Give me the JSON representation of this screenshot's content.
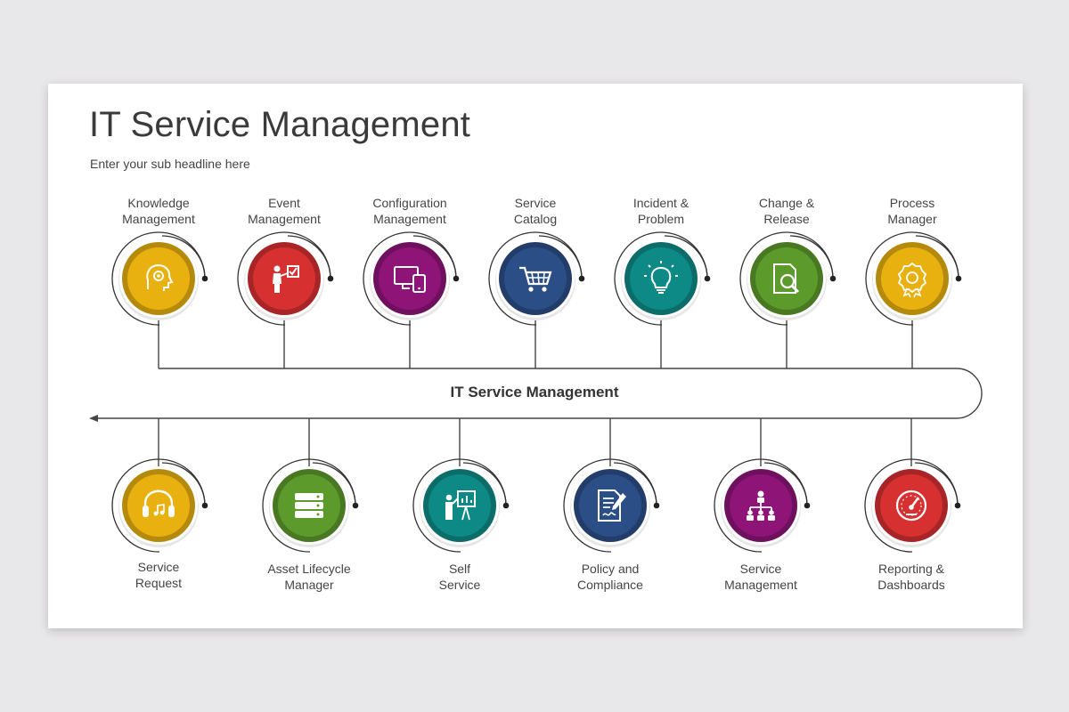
{
  "title": "IT Service Management",
  "subtitle": "Enter your sub headline here",
  "center_label": "IT Service Management",
  "top_items": [
    {
      "label": "Knowledge\nManagement",
      "color": "#E8B10F",
      "icon": "head-gear-icon"
    },
    {
      "label": "Event\nManagement",
      "color": "#D63031",
      "icon": "presenter-checklist-icon"
    },
    {
      "label": "Configuration\nManagement",
      "color": "#8E1478",
      "icon": "devices-icon"
    },
    {
      "label": "Service\nCatalog",
      "color": "#2C4E86",
      "icon": "shopping-cart-icon"
    },
    {
      "label": "Incident &\nProblem",
      "color": "#0E8A86",
      "icon": "lightbulb-icon"
    },
    {
      "label": "Change &\nRelease",
      "color": "#5C9A2C",
      "icon": "document-search-icon"
    },
    {
      "label": "Process\nManager",
      "color": "#E8B10F",
      "icon": "award-badge-icon"
    }
  ],
  "bottom_items": [
    {
      "label": "Service\nRequest",
      "color": "#E8B10F",
      "icon": "headset-icon"
    },
    {
      "label": "Asset Lifecycle\nManager",
      "color": "#5C9A2C",
      "icon": "server-icon"
    },
    {
      "label": "Self\nService",
      "color": "#0E8A86",
      "icon": "presentation-board-icon"
    },
    {
      "label": "Policy and\nCompliance",
      "color": "#2C4E86",
      "icon": "document-sign-icon"
    },
    {
      "label": "Service\nManagement",
      "color": "#8E1478",
      "icon": "org-chart-icon"
    },
    {
      "label": "Reporting &\nDashboards",
      "color": "#D63031",
      "icon": "speedometer-icon"
    }
  ]
}
